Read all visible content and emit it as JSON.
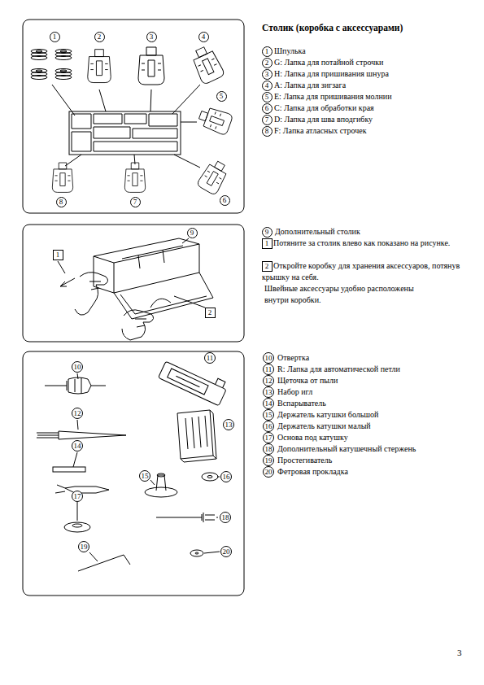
{
  "diagram": {
    "title": "Столик (коробка с аксессуарами)",
    "nodes": [
      {
        "text": [
          "1"
        ]
      },
      {
        "text": [
          "2"
        ]
      },
      {
        "text": [
          "3"
        ]
      },
      {
        "text": [
          "4"
        ]
      },
      {
        "text": [
          "5"
        ]
      },
      {
        "text": [
          "8"
        ]
      },
      {
        "text": [
          "7"
        ]
      },
      {
        "text": [
          "6"
        ]
      },
      {
        "text": [
          "1"
        ]
      },
      {
        "text": [
          "2"
        ]
      },
      {
        "text": [
          "3"
        ]
      },
      {
        "text": [
          "4"
        ]
      },
      {
        "text": [
          "5"
        ]
      },
      {
        "text": [
          "6"
        ]
      },
      {
        "text": [
          "7"
        ]
      },
      {
        "text": [
          "8"
        ]
      },
      {
        "text": [
          "9"
        ]
      },
      {
        "text": [
          "1"
        ]
      },
      {
        "text": [
          "2"
        ]
      },
      {
        "text": [
          "9"
        ]
      },
      {
        "text": [
          "1"
        ]
      },
      {
        "text": [
          "2"
        ]
      },
      {
        "text": [
          "10"
        ]
      },
      {
        "text": [
          "11"
        ]
      },
      {
        "text": [
          "12"
        ]
      },
      {
        "text": [
          "13"
        ]
      },
      {
        "text": [
          "14"
        ]
      },
      {
        "text": [
          "15"
        ]
      },
      {
        "text": [
          "16"
        ]
      },
      {
        "text": [
          "17"
        ]
      },
      {
        "text": [
          "18"
        ]
      },
      {
        "text": [
          "19"
        ]
      },
      {
        "text": [
          "20"
        ]
      },
      {
        "text": [
          "10"
        ]
      },
      {
        "text": [
          "11"
        ]
      },
      {
        "text": [
          "12"
        ]
      },
      {
        "text": [
          "13"
        ]
      },
      {
        "text": [
          "14"
        ]
      },
      {
        "text": [
          "15"
        ]
      },
      {
        "text": [
          "16"
        ]
      },
      {
        "text": [
          "17"
        ]
      },
      {
        "text": [
          "18"
        ]
      },
      {
        "text": [
          "19"
        ]
      },
      {
        "text": [
          "20"
        ]
      }
    ],
    "labels": [
      "Шпулька",
      "G: Лапка для потайной строчки",
      "H: Лапка для пришивания шнура",
      "A: Лапка для зигзага",
      "E: Лапка для пришивания молнии",
      "C: Лапка для обработки края",
      "D: Лапка для шва вподгибку",
      "F: Лапка атласных строчек",
      "Дополнительный столик",
      "Потяните за столик влево как показано на рисунке.",
      "Откройте коробку для хранения аксессуаров, потянув крышку на себя.",
      "Швейные аксессуары удобно расположены внутри коробки.",
      "Отвертка",
      "R: Лапка для автоматической петли",
      "Щеточка от пыли",
      "Набор игл",
      "Вспарыватель",
      "Держатель катушки большой",
      "Держатель катушки малый",
      "Основа под катушку",
      "Дополнительный катушечный стержень",
      "Простегиватель",
      "Фетровая прокладка",
      "3"
    ]
  }
}
